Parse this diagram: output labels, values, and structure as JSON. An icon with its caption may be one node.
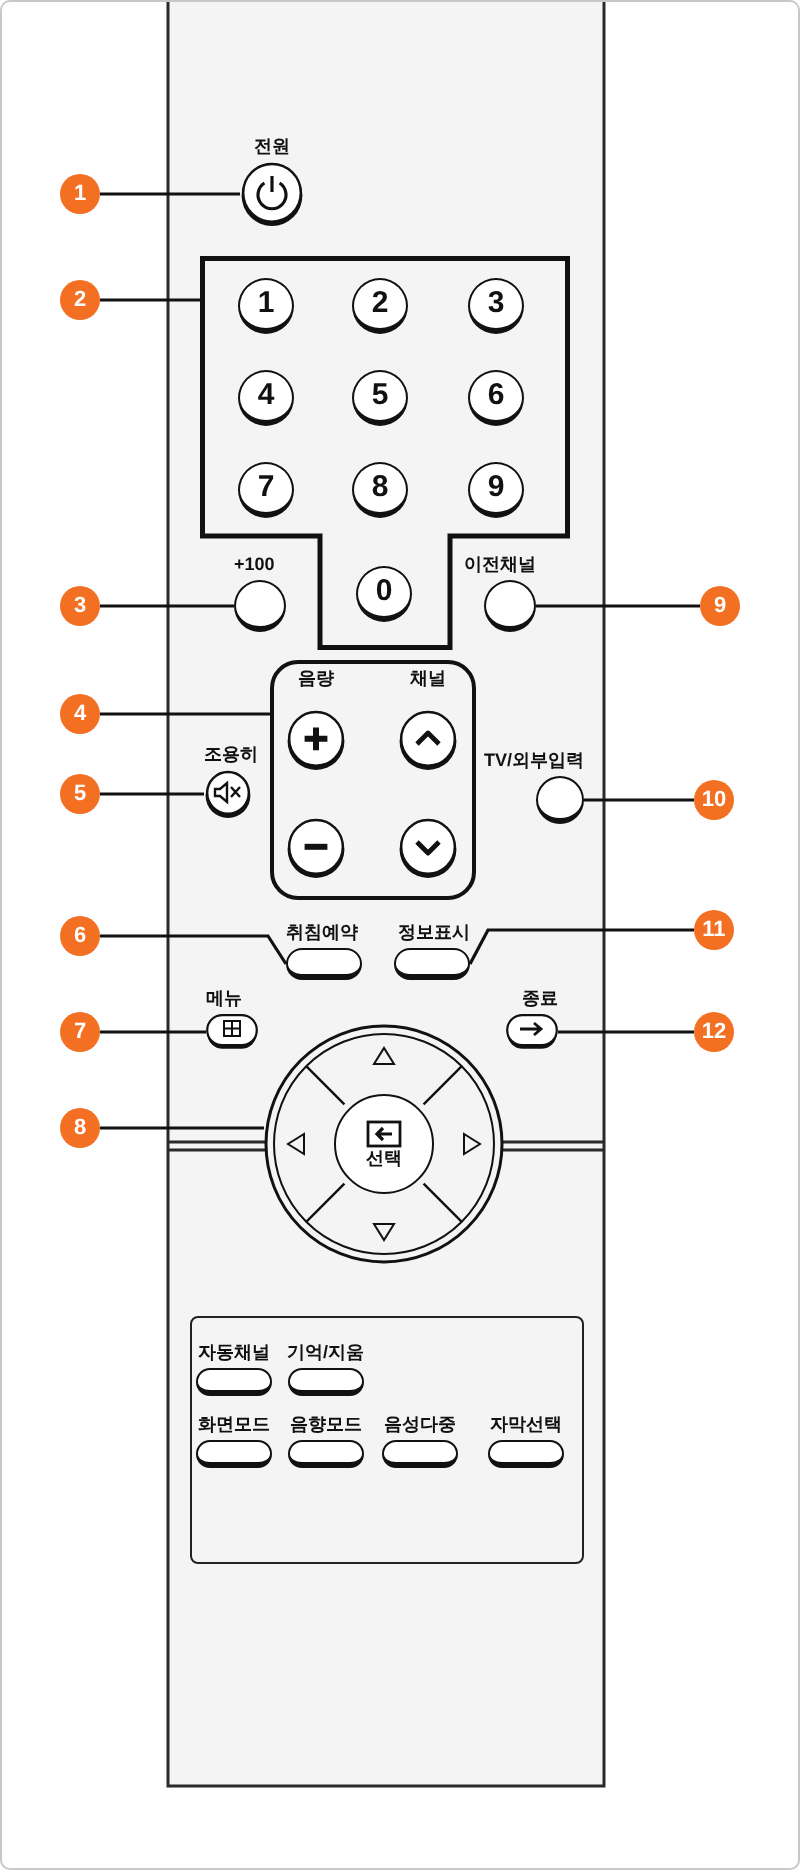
{
  "diagram": {
    "nodes": [
      {
        "text": [
          "1"
        ]
      },
      {
        "text": [
          "전원"
        ]
      },
      {
        "text": [
          "2"
        ]
      },
      {
        "text": [],
        "shape": "box"
      },
      {
        "text": [
          "1"
        ],
        "in": 3
      },
      {
        "text": [
          "2"
        ],
        "in": 3
      },
      {
        "text": [
          "3"
        ],
        "in": 3
      },
      {
        "text": [
          "4"
        ],
        "in": 3
      },
      {
        "text": [
          "5"
        ],
        "in": 3
      },
      {
        "text": [
          "6"
        ],
        "in": 3
      },
      {
        "text": [
          "7"
        ],
        "in": 3
      },
      {
        "text": [
          "8"
        ],
        "in": 3
      },
      {
        "text": [
          "9"
        ],
        "in": 3
      },
      {
        "text": [
          "0"
        ],
        "in": 3
      },
      {
        "text": [
          "3"
        ]
      },
      {
        "text": [
          "+100"
        ]
      },
      {
        "text": [
          "이전채널"
        ]
      },
      {
        "text": [
          "9"
        ]
      },
      {
        "text": [
          "4"
        ]
      },
      {
        "text": [
          "음량",
          "채널"
        ]
      },
      {
        "text": [
          "5"
        ]
      },
      {
        "text": [
          "조용히"
        ]
      },
      {
        "text": [
          "TV/외부입력"
        ]
      },
      {
        "text": [
          "10"
        ]
      },
      {
        "text": [
          "6"
        ]
      },
      {
        "text": [
          "취침예약"
        ]
      },
      {
        "text": [
          "정보표시"
        ]
      },
      {
        "text": [
          "11"
        ]
      },
      {
        "text": [
          "7"
        ]
      },
      {
        "text": [
          "메뉴"
        ]
      },
      {
        "text": [
          "종료"
        ]
      },
      {
        "text": [
          "12"
        ]
      },
      {
        "text": [
          "8"
        ]
      },
      {
        "text": [],
        "shape": "circle"
      },
      {
        "text": [
          "선택"
        ],
        "in": 33
      },
      {
        "text": [
          "자동채널"
        ]
      },
      {
        "text": [
          "기억/지움"
        ]
      },
      {
        "text": [
          "화면모드"
        ]
      },
      {
        "text": [
          "음향모드"
        ]
      },
      {
        "text": [
          "음성다중"
        ]
      },
      {
        "text": [
          "자막선택"
        ]
      }
    ],
    "edges": [
      {
        "from": 0,
        "to": 1,
        "arrow": "none"
      },
      {
        "from": 2,
        "to": 3,
        "arrow": "none"
      },
      {
        "from": 14,
        "to": 15,
        "arrow": "none"
      },
      {
        "from": 17,
        "to": 16,
        "arrow": "none"
      },
      {
        "from": 18,
        "to": 19,
        "arrow": "none"
      },
      {
        "from": 20,
        "to": 21,
        "arrow": "none"
      },
      {
        "from": 23,
        "to": 22,
        "arrow": "none"
      },
      {
        "from": 24,
        "to": 25,
        "arrow": "none"
      },
      {
        "from": 27,
        "to": 26,
        "arrow": "none"
      },
      {
        "from": 28,
        "to": 29,
        "arrow": "none"
      },
      {
        "from": 31,
        "to": 30,
        "arrow": "none"
      },
      {
        "from": 32,
        "to": 33,
        "arrow": "none"
      }
    ]
  }
}
